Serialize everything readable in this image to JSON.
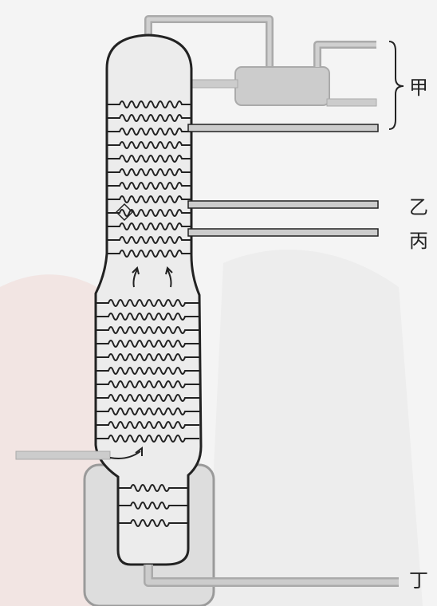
{
  "diagram": {
    "outputs": [
      {
        "id": "jia",
        "label": "甲"
      },
      {
        "id": "yi",
        "label": "乙"
      },
      {
        "id": "bing",
        "label": "丙"
      },
      {
        "id": "ding",
        "label": "丁"
      }
    ]
  },
  "colors": {
    "background": "#f4f4f4",
    "column_fill": "#e8e8e8",
    "outline": "#222222",
    "pipe_fill": "#c8c8c8",
    "furnace_fill": "#dddddd",
    "watermark": "#e8c6c0"
  }
}
